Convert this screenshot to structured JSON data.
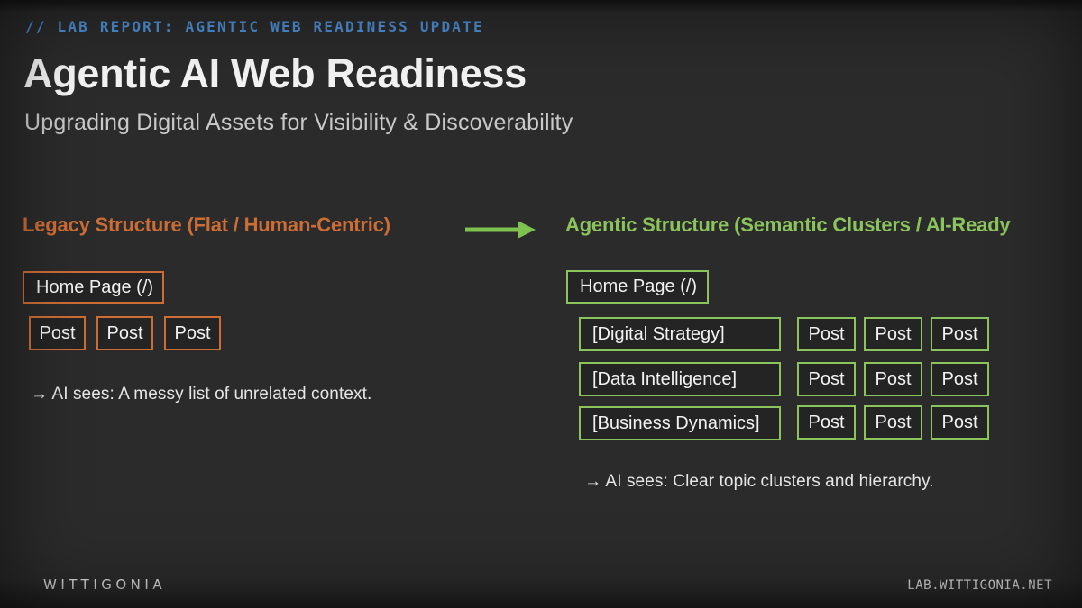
{
  "colors": {
    "bg": "#2b2b2b",
    "blue": "#4d8fd6",
    "orange": "#cd6d36",
    "green": "#8bc45c",
    "arrow": "#7ec24f"
  },
  "header": {
    "kicker": "// LAB REPORT: AGENTIC WEB READINESS UPDATE",
    "title": "Agentic AI Web Readiness",
    "subtitle": "Upgrading Digital Assets for Visibility & Discoverability"
  },
  "legacy": {
    "heading": "Legacy Structure (Flat / Human-Centric)",
    "home_label": "Home Page (/)",
    "posts": [
      "Post",
      "Post",
      "Post"
    ],
    "ai_sees": "→ AI sees: A messy list of unrelated context."
  },
  "agentic": {
    "heading": "Agentic Structure (Semantic Clusters / AI-Ready",
    "home_label": "Home Page (/)",
    "clusters": [
      {
        "label": "[Digital Strategy]",
        "posts": [
          "Post",
          "Post",
          "Post"
        ]
      },
      {
        "label": "[Data Intelligence]",
        "posts": [
          "Post",
          "Post",
          "Post"
        ]
      },
      {
        "label": "[Business Dynamics]",
        "posts": [
          "Post",
          "Post",
          "Post"
        ]
      }
    ],
    "ai_sees": "→ AI sees: Clear topic clusters and hierarchy."
  },
  "footer": {
    "logo": "WITTIGONIA",
    "url": "LAB.WITTIGONIA.NET"
  }
}
